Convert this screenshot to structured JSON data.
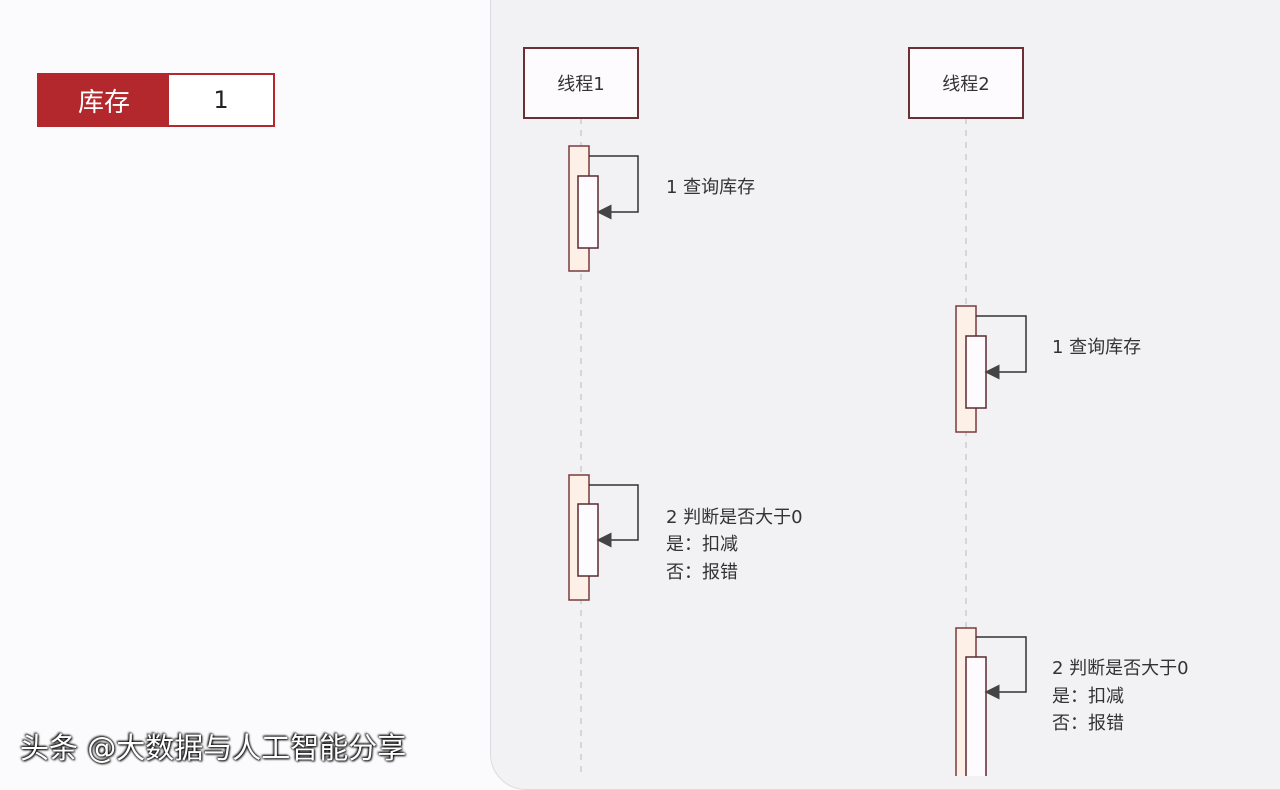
{
  "stock": {
    "label": "库存",
    "value": "1"
  },
  "threads": [
    {
      "name": "线程1"
    },
    {
      "name": "线程2"
    }
  ],
  "steps": {
    "t1_query": "1 查询库存",
    "t2_query": "1 查询库存",
    "t1_check": [
      "2 判断是否大于0",
      "是：扣减",
      "否：报错"
    ],
    "t2_check": [
      "2 判断是否大于0",
      "是：扣减",
      "否：报错"
    ]
  },
  "watermark": "头条 @大数据与人工智能分享",
  "colors": {
    "accent": "#b3282d",
    "activation_fill": "#fdf0e6",
    "panel_bg": "#f2f2f4"
  }
}
